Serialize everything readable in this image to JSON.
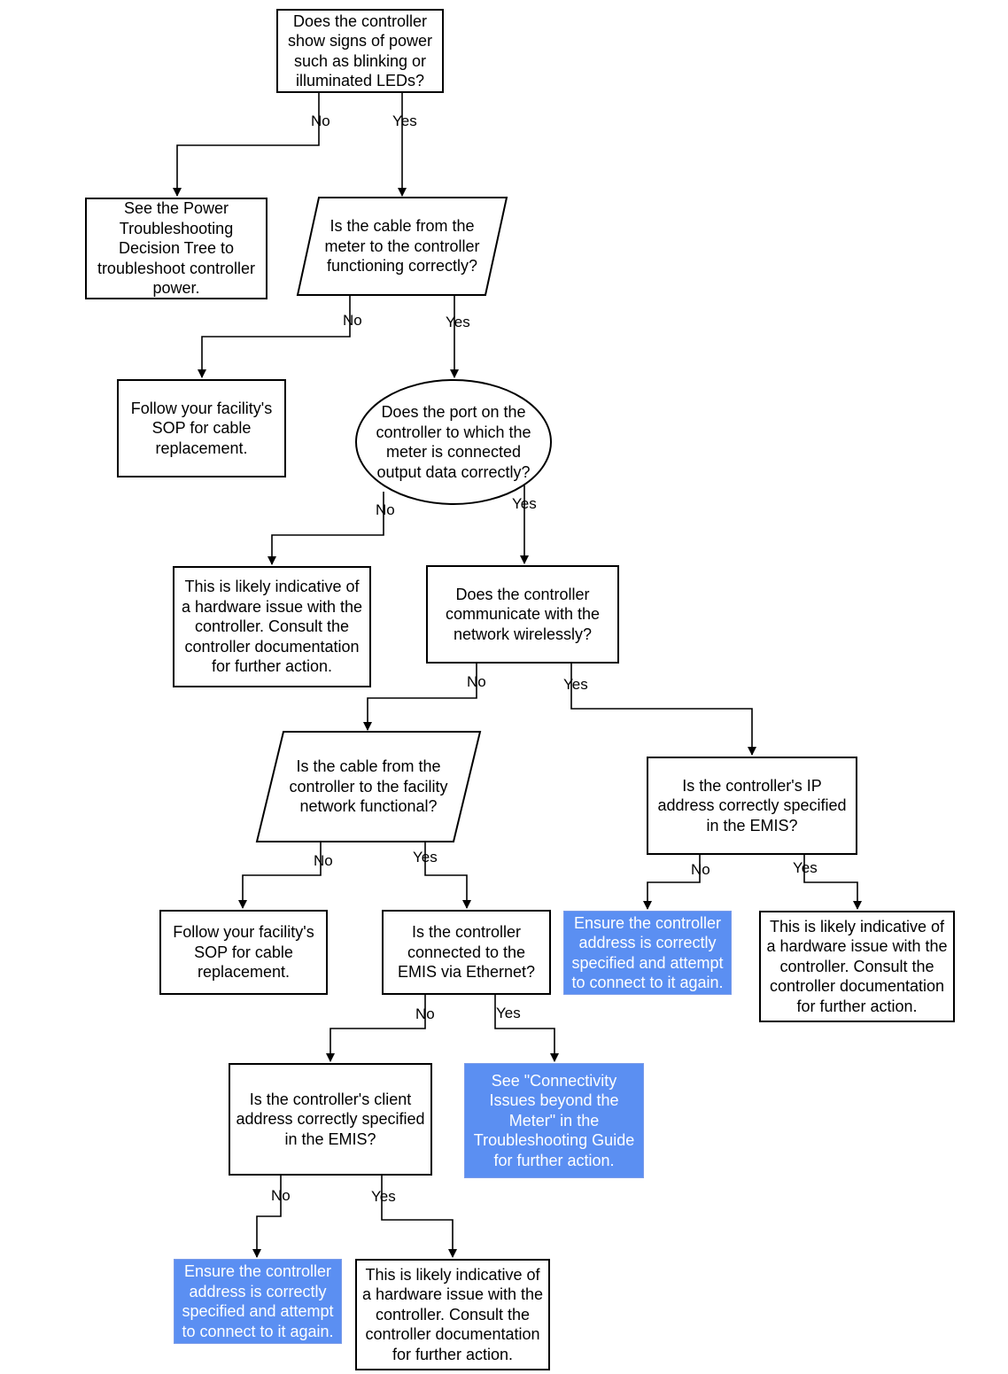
{
  "colors": {
    "action_fill": "#5b8ff2",
    "line": "#000000",
    "background": "#ffffff"
  },
  "nodes": {
    "q_power": "Does the controller show signs of power such as blinking or illuminated LEDs?",
    "a_power_tree": "See the Power Troubleshooting Decision Tree to troubleshoot controller power.",
    "q_meter_cable": "Is the cable from the meter to the controller functioning correctly?",
    "a_cable_sop_1": "Follow your facility's SOP for cable replacement.",
    "q_port": "Does the port on the controller to which the meter is connected output data correctly?",
    "a_hardware_1": "This is likely indicative of a hardware issue with the controller. Consult the controller documentation for further action.",
    "q_wireless": "Does the controller communicate with the network wirelessly?",
    "q_network_cable": "Is the cable from the controller to the facility network functional?",
    "q_ip": "Is the controller's IP address correctly specified in the EMIS?",
    "a_cable_sop_2": "Follow your facility's SOP for cable replacement.",
    "q_ethernet": "Is the controller connected to the EMIS via Ethernet?",
    "a_ensure_address_1": "Ensure the controller address is correctly specified and attempt to connect to it again.",
    "a_hardware_2": "This is likely indicative of a hardware issue with the controller. Consult the controller documentation for further action.",
    "q_client_address": "Is the controller's client address correctly specified in the EMIS?",
    "a_connectivity": "See \"Connectivity Issues beyond the Meter\" in the Troubleshooting Guide for further action.",
    "a_ensure_address_2": "Ensure the controller address is correctly specified and attempt to connect to it again.",
    "a_hardware_3": "This is likely indicative of a hardware issue with the controller. Consult the controller documentation for further action."
  },
  "edge_labels": {
    "power_no": "No",
    "power_yes": "Yes",
    "meter_cable_no": "No",
    "meter_cable_yes": "Yes",
    "port_no": "No",
    "port_yes": "Yes",
    "wireless_no": "No",
    "wireless_yes": "Yes",
    "network_cable_no": "No",
    "network_cable_yes": "Yes",
    "ip_no": "No",
    "ip_yes": "Yes",
    "ethernet_no": "No",
    "ethernet_yes": "Yes",
    "client_no": "No",
    "client_yes": "Yes"
  }
}
